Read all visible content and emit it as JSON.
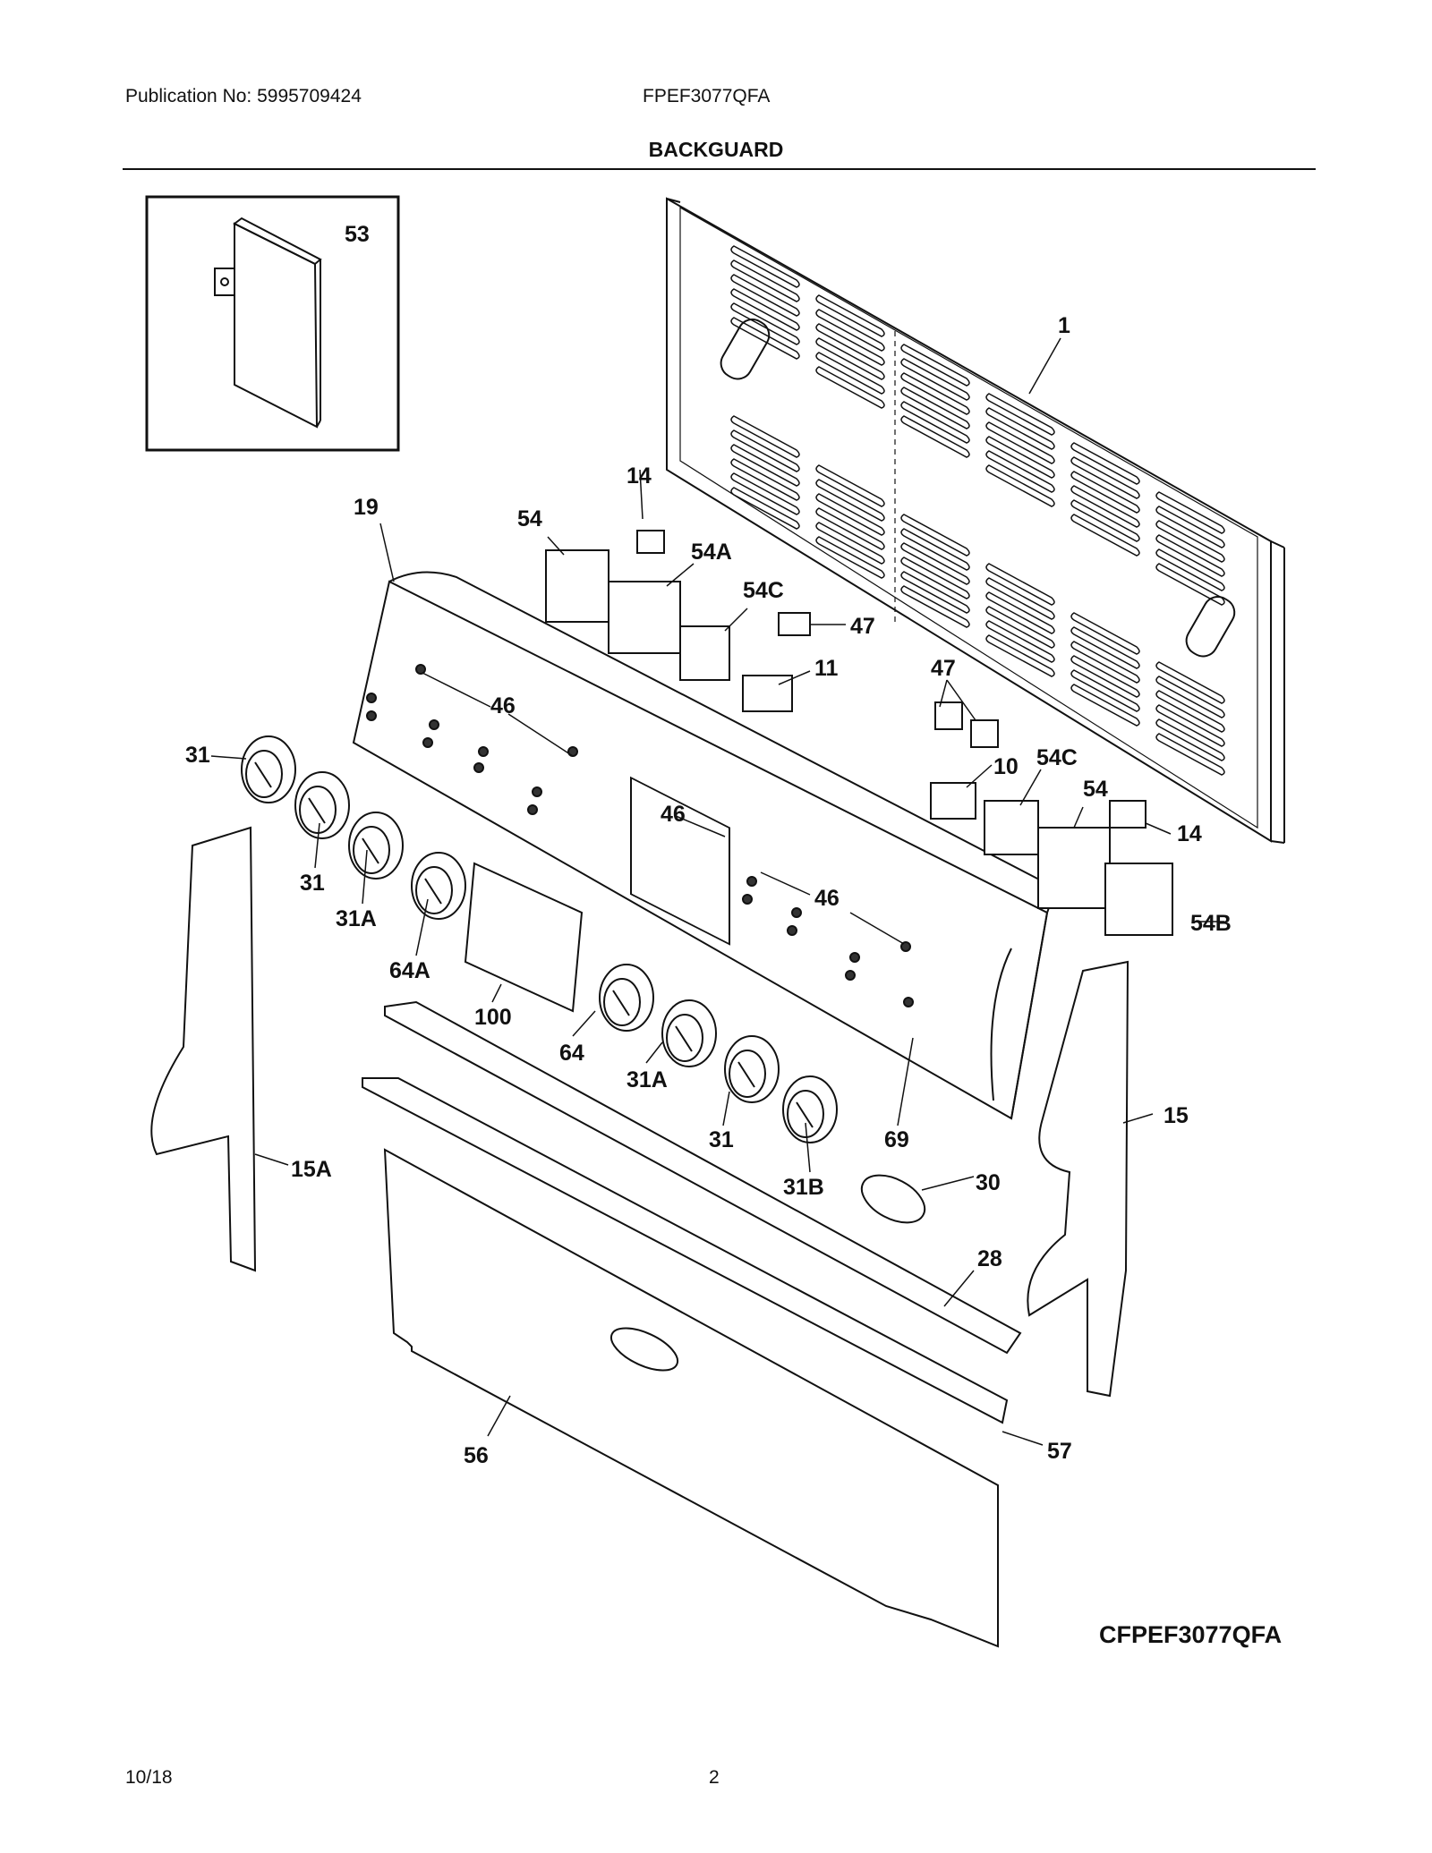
{
  "header": {
    "publication": "Publication No: 5995709424",
    "model": "FPEF3077QFA"
  },
  "title": "BACKGUARD",
  "diagram_code": "CFPEF3077QFA",
  "footer": {
    "date": "10/18",
    "page": "2"
  },
  "callouts": {
    "c1": "1",
    "c53": "53",
    "c14a": "14",
    "c19": "19",
    "c54a": "54",
    "c54A": "54A",
    "c54Ca": "54C",
    "c47a": "47",
    "c11": "11",
    "c47b": "47",
    "c46a": "46",
    "c31a": "31",
    "c10": "10",
    "c54Cb": "54C",
    "c54b": "54",
    "c14b": "14",
    "c46b": "46",
    "c31b": "31",
    "c46c": "46",
    "c54B": "54B",
    "c31Aa": "31A",
    "c64A": "64A",
    "c100": "100",
    "c64": "64",
    "c31Ab": "31A",
    "c15": "15",
    "c31c": "31",
    "c69": "69",
    "c15A": "15A",
    "c31B": "31B",
    "c30": "30",
    "c28": "28",
    "c56": "56",
    "c57": "57"
  }
}
